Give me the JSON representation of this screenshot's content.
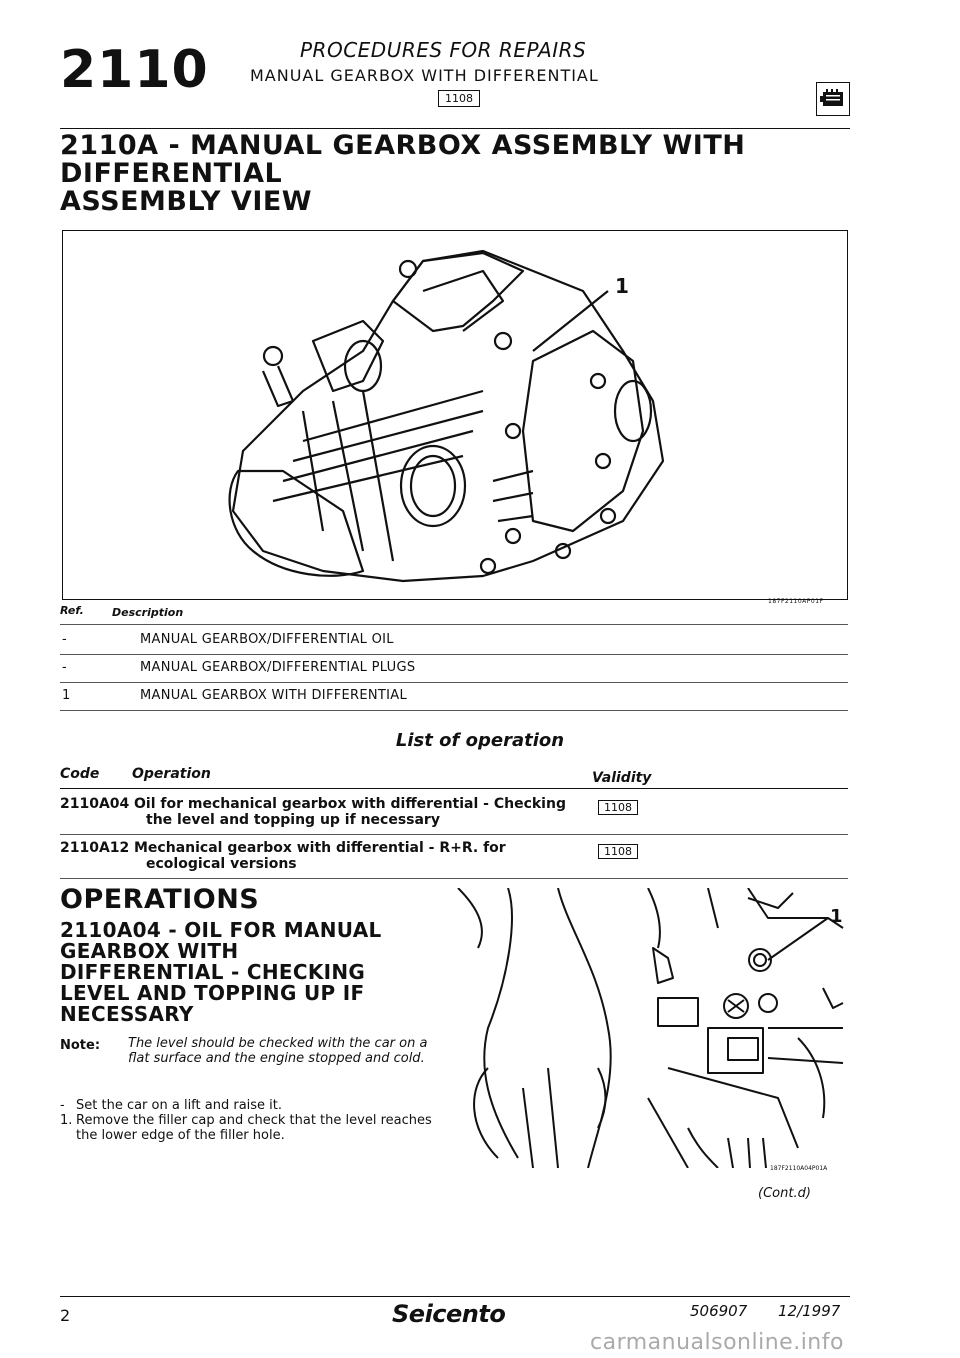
{
  "header": {
    "section_number": "2110",
    "title": "PROCEDURES FOR REPAIRS",
    "subtitle": "MANUAL GEARBOX WITH DIFFERENTIAL",
    "code": "1108",
    "icon": "gearbox-icon"
  },
  "main_title": {
    "line1": "2110A - MANUAL GEARBOX ASSEMBLY WITH",
    "line2": "DIFFERENTIAL",
    "line3": "ASSEMBLY VIEW"
  },
  "assembly_figure": {
    "callout": "1",
    "figure_id": "187F2110AP01F"
  },
  "parts_table": {
    "header_ref": "Ref.",
    "header_description": "Description",
    "rows": [
      {
        "ref": "-",
        "description": "MANUAL GEARBOX/DIFFERENTIAL OIL"
      },
      {
        "ref": "-",
        "description": "MANUAL GEARBOX/DIFFERENTIAL PLUGS"
      },
      {
        "ref": "1",
        "description": "MANUAL GEARBOX WITH DIFFERENTIAL"
      }
    ]
  },
  "operation_list": {
    "title": "List of operation",
    "header_code": "Code",
    "header_operation": "Operation",
    "header_validity": "Validity",
    "rows": [
      {
        "code": "2110A04",
        "line1": "Oil for mechanical gearbox with differential - Checking",
        "line2": "the level and topping up if necessary",
        "validity": "1108"
      },
      {
        "code": "2110A12",
        "line1": "Mechanical gearbox with differential - R+R. for",
        "line2": "ecological versions",
        "validity": "1108"
      }
    ]
  },
  "operations": {
    "title": "OPERATIONS",
    "subtitle_lines": [
      "2110A04 - OIL FOR MANUAL",
      "GEARBOX WITH",
      "DIFFERENTIAL - CHECKING",
      "LEVEL AND TOPPING UP IF",
      "NECESSARY"
    ],
    "note_label": "Note:",
    "note_text": "The level should be checked with the car on a flat surface and the engine stopped and cold.",
    "steps": [
      {
        "marker": "-",
        "text": "Set the car on a lift and raise it."
      },
      {
        "marker": "1.",
        "text": "Remove the filler cap and check that the level reaches the lower edge of the filler hole."
      }
    ],
    "photo_callout": "1",
    "photo_id": "187F2110A04P01A",
    "continued": "(Cont.d)"
  },
  "footer": {
    "page": "2",
    "brand": "Seicento",
    "doc_number": "506907",
    "date": "12/1997",
    "watermark": "carmanualsonline.info"
  }
}
